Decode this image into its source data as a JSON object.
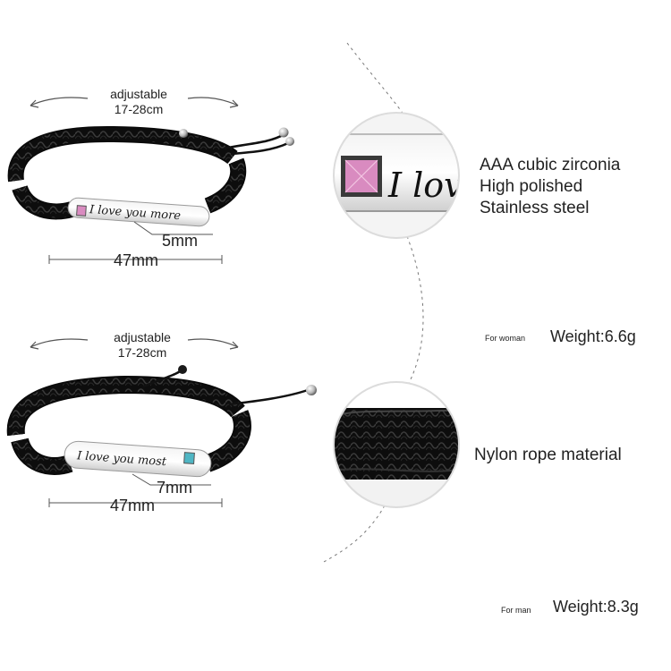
{
  "bracelet_top": {
    "adjustable_label": "adjustable",
    "range_label": "17-28cm",
    "engraving": "I love you more",
    "height_label": "5mm",
    "length_label": "47mm",
    "stone_color": "#d98bc0"
  },
  "bracelet_bottom": {
    "adjustable_label": "adjustable",
    "range_label": "17-28cm",
    "engraving": "I love you most",
    "height_label": "7mm",
    "length_label": "47mm",
    "stone_color": "#4fb6c4"
  },
  "detail_top": {
    "zoom_engraving": "I lov",
    "features": [
      "AAA cubic zirconia",
      "High polished",
      "Stainless steel"
    ]
  },
  "detail_bottom": {
    "feature": "Nylon rope material"
  },
  "weights": [
    {
      "for_label": "For woman",
      "weight_label": "Weight:6.6g"
    },
    {
      "for_label": "For man",
      "weight_label": "Weight:8.3g"
    }
  ]
}
